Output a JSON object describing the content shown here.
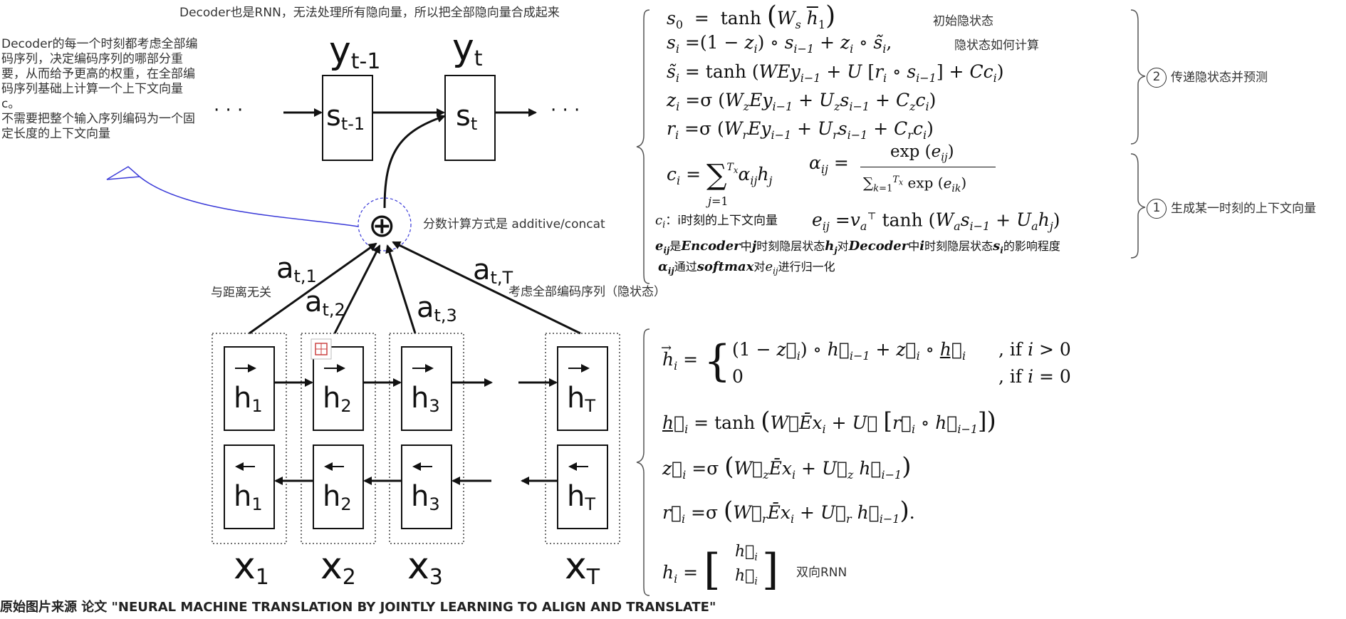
{
  "annotations": {
    "decoder_rnn_note": "Decoder也是RNN，无法处理所有隐向量，所以把全部隐向量合成起来",
    "decoder_left_note": "Decoder的每一个时刻都考虑全部编码序列，决定编码序列的哪部分重要，从而给予更高的权重，在全部编码序列基础上计算一个上下文向量 c。\n不需要把整个输入序列编码为一个固定长度的上下文向量",
    "score_note": "分数计算方式是 additive/concat",
    "distance_note": "与距离无关",
    "all_encoding_note": "考虑全部编码序列（隐状态）",
    "initial_state_note": "初始隐状态",
    "hidden_calc_note": "隐状态如何计算",
    "context_desc": "：i时刻的上下文向量",
    "e_desc_a": "是",
    "e_desc_b": "中",
    "e_desc_c": "时刻隐层状态",
    "e_desc_d": "对",
    "e_desc_e": "中",
    "e_desc_f": "时刻隐层状态",
    "e_desc_g": "的影响程度",
    "alpha_desc_a": "通过",
    "alpha_desc_b": "对",
    "alpha_desc_c": "进行归一化",
    "bidirectional_note": "双向RNN",
    "brace_label_1": "传递隐状态并预测",
    "brace_label_2": "生成某一时刻的上下文向量",
    "brace_num_1": "2",
    "brace_num_2": "1",
    "source": "原始图片来源 论文 \"NEURAL MACHINE TRANSLATION BY JOINTLY LEARNING TO ALIGN AND TRANSLATE\""
  },
  "diagram": {
    "decoder_labels": [
      "y",
      "y"
    ],
    "decoder_label_subs": [
      "t-1",
      "t"
    ],
    "decoder_states": [
      "s",
      "s"
    ],
    "decoder_state_subs": [
      "t-1",
      "t"
    ],
    "ellipsis": "· · ·",
    "weights": [
      "a",
      "a",
      "a",
      "a"
    ],
    "weight_subs": [
      "t,1",
      "t,2",
      "t,3",
      "t,T"
    ],
    "forward_states": [
      "h",
      "h",
      "h",
      "h"
    ],
    "state_subs": [
      "1",
      "2",
      "3",
      "T"
    ],
    "inputs": [
      "x",
      "x",
      "x",
      "x"
    ],
    "input_subs": [
      "1",
      "2",
      "3",
      "T"
    ],
    "plus": "⊕"
  },
  "colors": {
    "line": "#111111",
    "annotation_arrow": "#3a3ad8",
    "dashed_circle": "#3a3ad8",
    "brace": "#555555"
  }
}
